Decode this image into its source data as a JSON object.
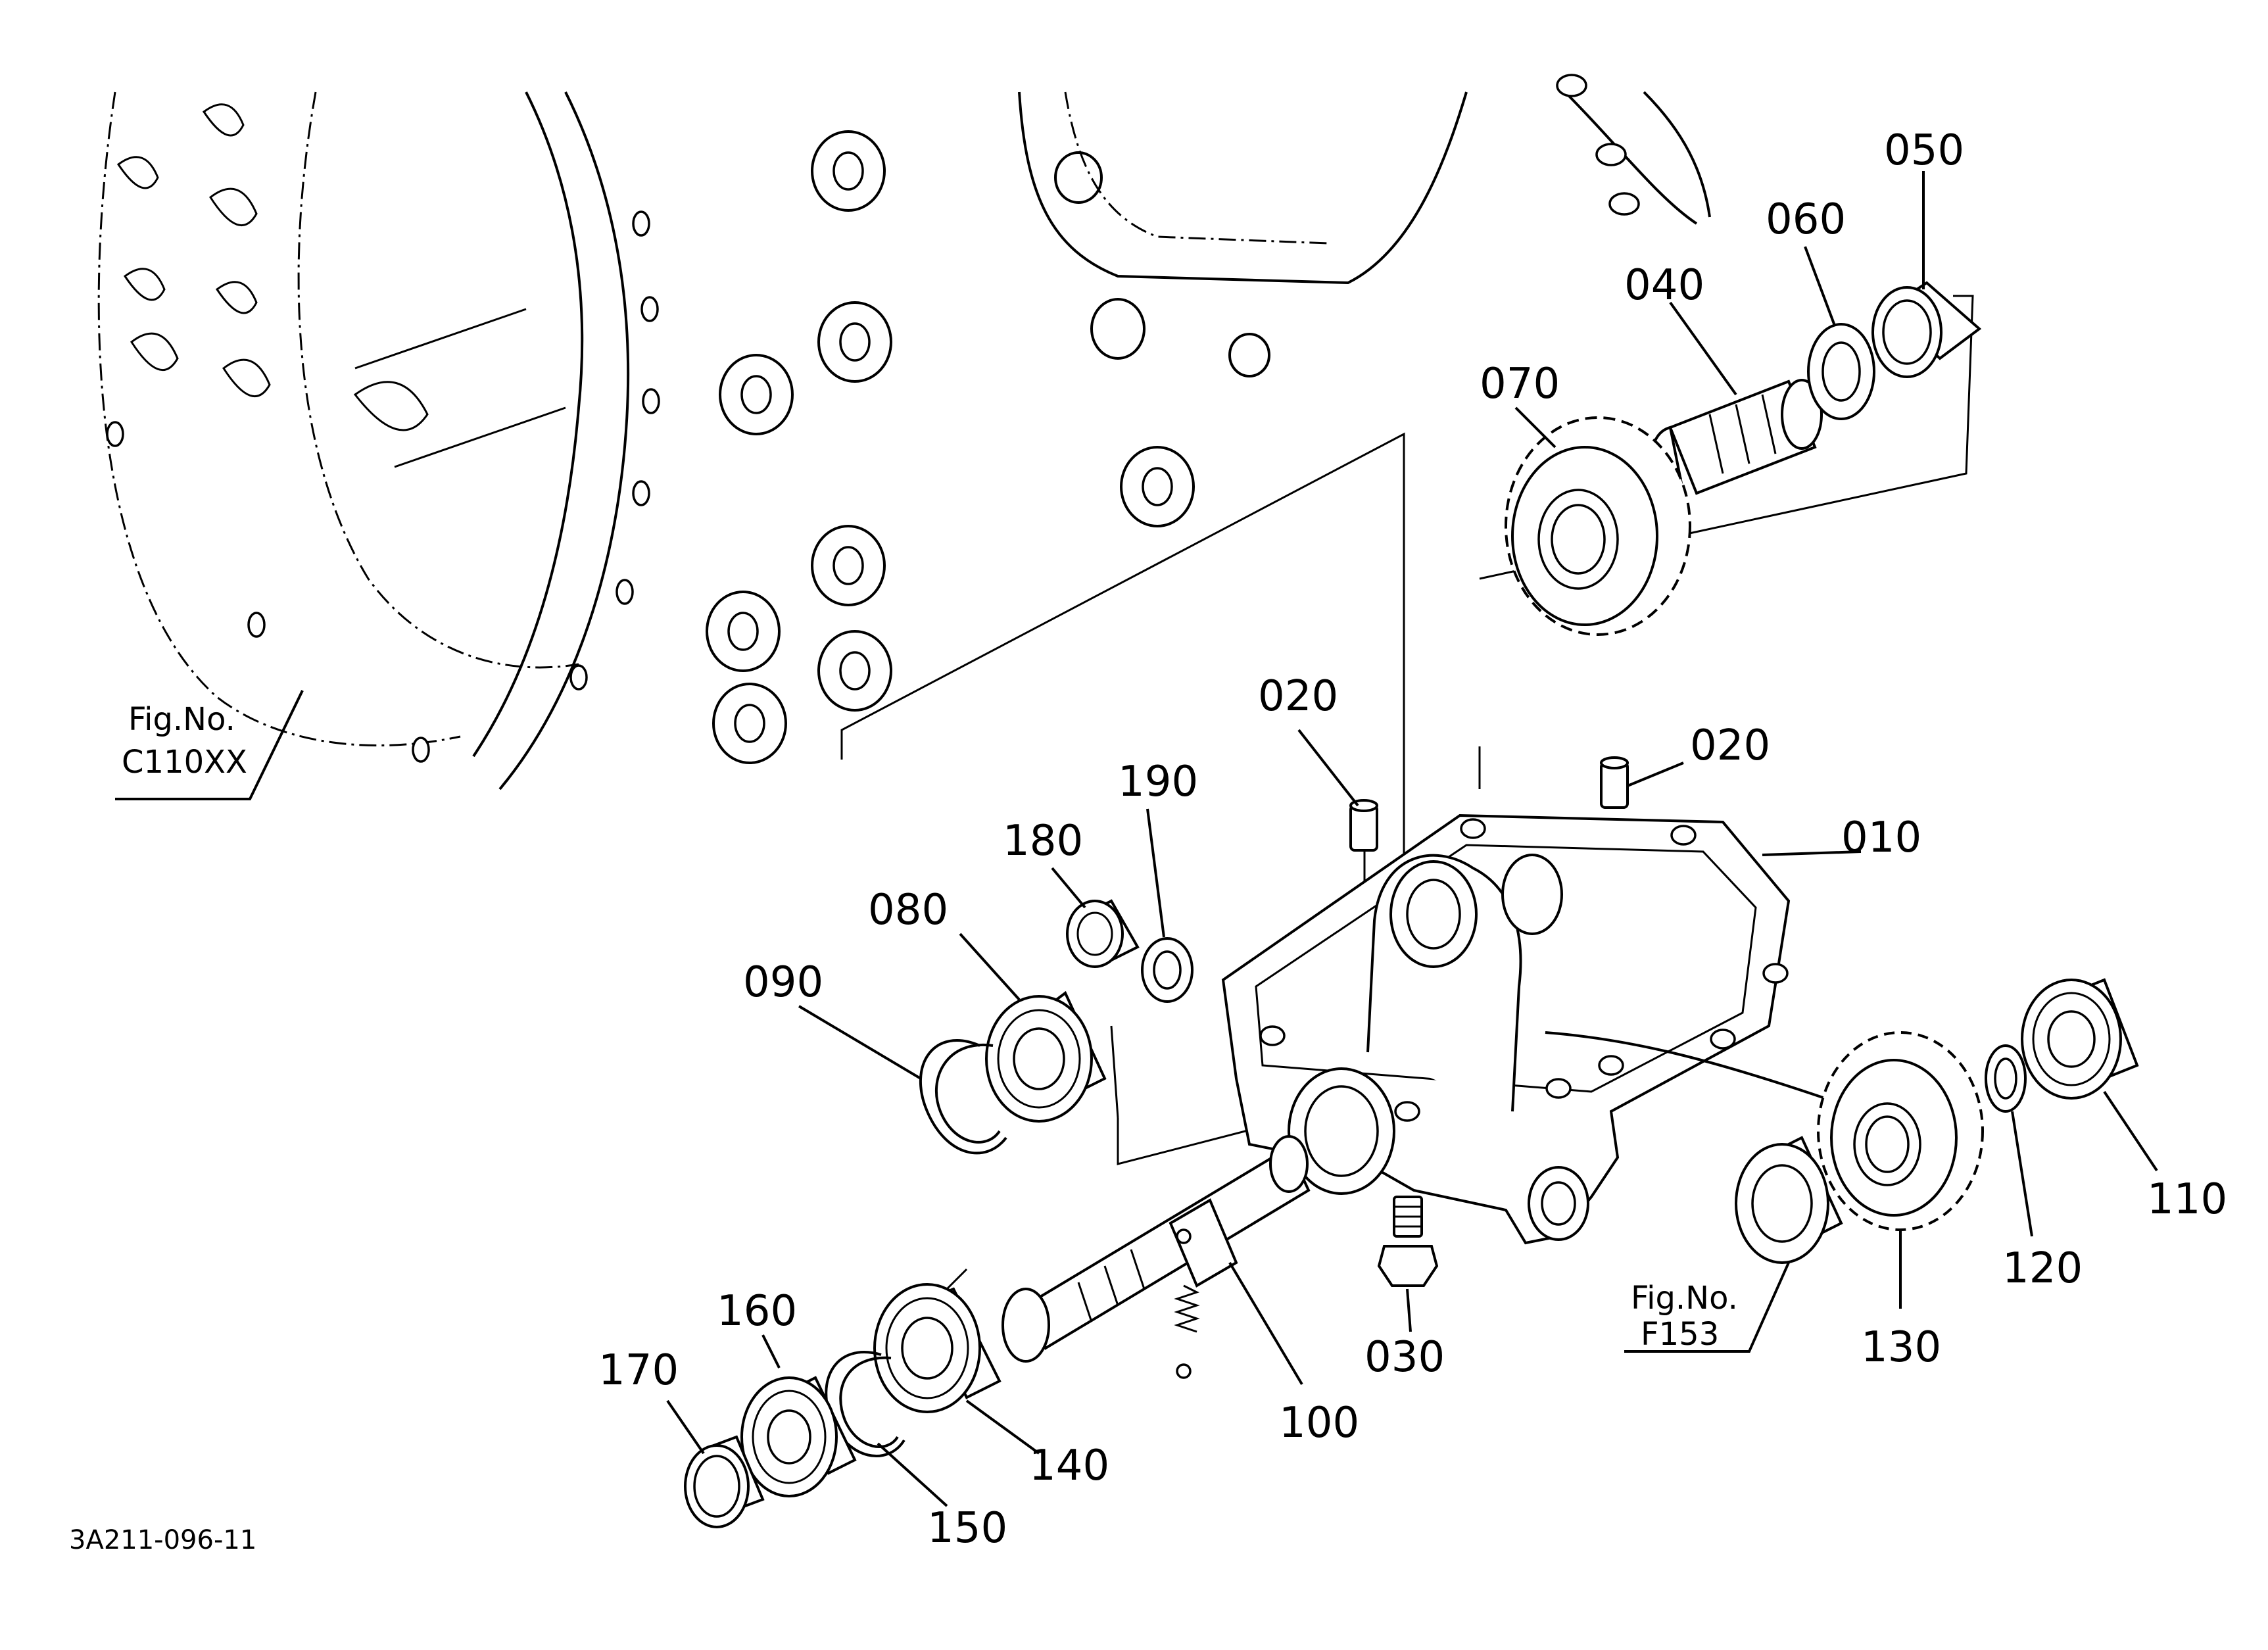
{
  "diagram_code": "3A211-096-11",
  "references": [
    {
      "id": "ref-c110xx",
      "line1": "Fig.No.",
      "line2": "C110XX"
    },
    {
      "id": "ref-f153",
      "line1": "Fig.No.",
      "line2": "F153"
    }
  ],
  "parts": [
    {
      "id": "010",
      "label": "010"
    },
    {
      "id": "020a",
      "label": "020"
    },
    {
      "id": "020b",
      "label": "020"
    },
    {
      "id": "030",
      "label": "030"
    },
    {
      "id": "040",
      "label": "040"
    },
    {
      "id": "050",
      "label": "050"
    },
    {
      "id": "060",
      "label": "060"
    },
    {
      "id": "070",
      "label": "070"
    },
    {
      "id": "080",
      "label": "080"
    },
    {
      "id": "090",
      "label": "090"
    },
    {
      "id": "100",
      "label": "100"
    },
    {
      "id": "110",
      "label": "110"
    },
    {
      "id": "120",
      "label": "120"
    },
    {
      "id": "130",
      "label": "130"
    },
    {
      "id": "140",
      "label": "140"
    },
    {
      "id": "150",
      "label": "150"
    },
    {
      "id": "160",
      "label": "160"
    },
    {
      "id": "170",
      "label": "170"
    },
    {
      "id": "180",
      "label": "180"
    },
    {
      "id": "190",
      "label": "190"
    }
  ]
}
